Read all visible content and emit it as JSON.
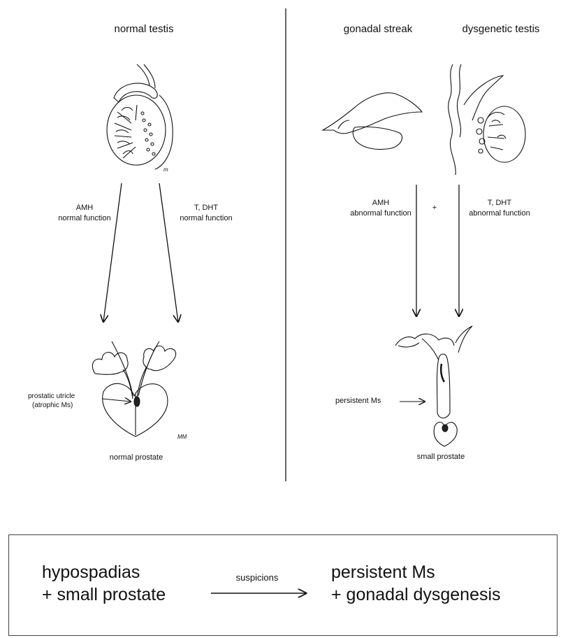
{
  "left_panel": {
    "title": "normal testis",
    "arrow_left_label": [
      "AMH",
      "normal function"
    ],
    "arrow_right_label": [
      "T, DHT",
      "normal function"
    ],
    "callout": [
      "prostatic utricle",
      "(atrophic Ms)"
    ],
    "caption": "normal prostate",
    "initials_top": "m",
    "initials_bottom": "MM"
  },
  "right_panel": {
    "title_left": "gonadal streak",
    "title_right": "dysgenetic testis",
    "arrow_left_label": [
      "AMH",
      "abnormal function"
    ],
    "plus": "+",
    "arrow_right_label": [
      "T, DHT",
      "abnormal function"
    ],
    "callout": "persistent Ms",
    "caption": "small prostate"
  },
  "summary": {
    "left_lines": [
      "hypospadias",
      "+ small prostate"
    ],
    "arrow_label": "suspicions",
    "right_lines": [
      "persistent Ms",
      "+ gonadal dysgenesis"
    ]
  }
}
